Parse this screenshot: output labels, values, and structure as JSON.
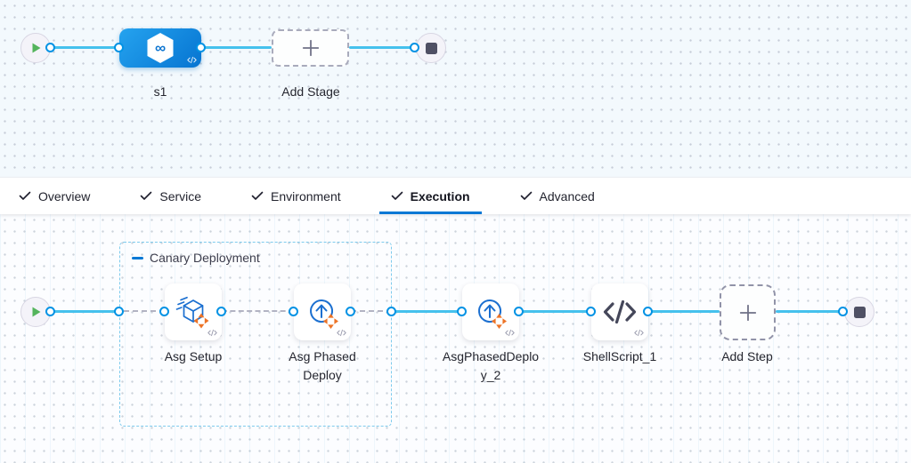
{
  "stage_pipeline": {
    "stage": {
      "name": "s1"
    },
    "add_stage_label": "Add Stage"
  },
  "tabs": {
    "items": [
      {
        "label": "Overview",
        "completed": true,
        "active": false
      },
      {
        "label": "Service",
        "completed": true,
        "active": false
      },
      {
        "label": "Environment",
        "completed": true,
        "active": false
      },
      {
        "label": "Execution",
        "completed": true,
        "active": true
      },
      {
        "label": "Advanced",
        "completed": true,
        "active": false
      }
    ]
  },
  "execution": {
    "group": {
      "label": "Canary Deployment"
    },
    "steps": [
      {
        "name": "Asg Setup",
        "icon": "asg-setup-icon"
      },
      {
        "name": "Asg Phased Deploy",
        "icon": "asg-phased-deploy-icon"
      },
      {
        "name": "AsgPhasedDeploy_2",
        "icon": "asg-phased-deploy-icon"
      },
      {
        "name": "ShellScript_1",
        "icon": "shell-script-icon"
      }
    ],
    "add_step_label": "Add Step"
  },
  "icons": {
    "start": "play-icon",
    "end": "stop-icon",
    "stage": "cd-infinity-hexagon-icon",
    "add": "plus-icon",
    "tab_state": "check-icon",
    "card_badge": "code-badge-icon",
    "group_collapse": "minus-icon"
  },
  "colors": {
    "connector_blue": "#45c1ed",
    "port_border_blue": "#0092e4",
    "stage_gradient_start": "#25a3ef",
    "stage_gradient_end": "#0674d1",
    "active_tab_underline": "#0278d5",
    "group_border_blue": "#7ecbed",
    "play_green": "#54b45c",
    "stop_square_gray": "#4f5064",
    "icon_blue": "#1b6fd0",
    "icon_orange": "#ed7326",
    "shell_icon_dark": "#45475a"
  }
}
